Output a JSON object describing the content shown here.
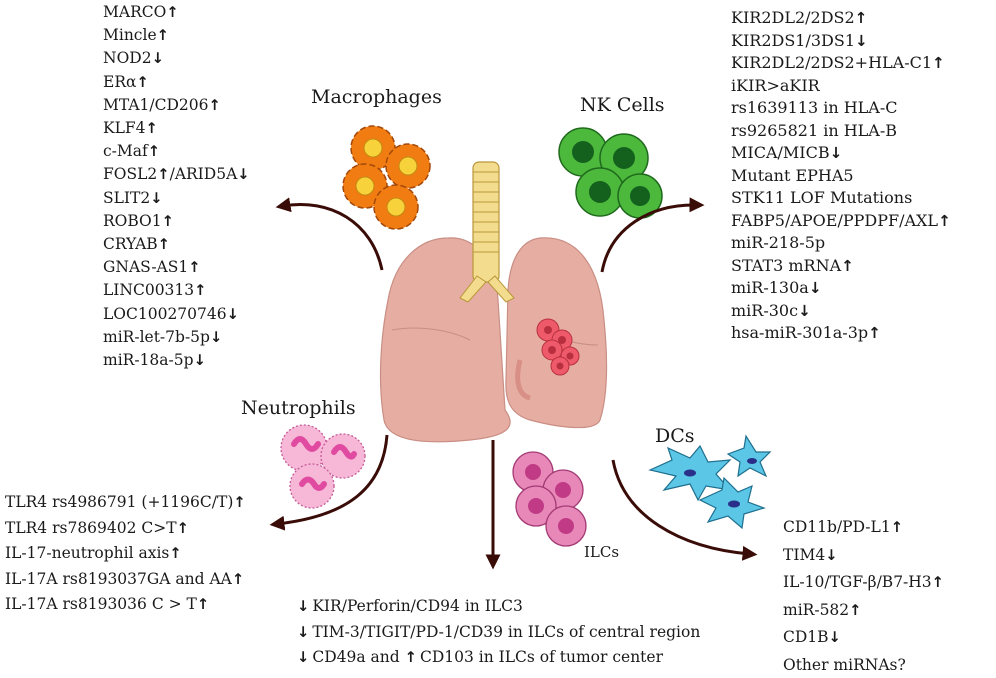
{
  "titles": {
    "macrophages": "Macrophages",
    "nk_cells": "NK Cells",
    "neutrophils": "Neutrophils",
    "dcs": "DCs",
    "ilcs": "ILCs"
  },
  "arrows": {
    "up": "↑",
    "down": "↓"
  },
  "macrophages_markers": [
    {
      "text": "MARCO",
      "trend": "up"
    },
    {
      "text": "Mincle",
      "trend": "up"
    },
    {
      "text": "NOD2",
      "trend": "down"
    },
    {
      "text": "ERα",
      "trend": "up"
    },
    {
      "text": "MTA1/CD206",
      "trend": "up"
    },
    {
      "text": "KLF4",
      "trend": "up"
    },
    {
      "text": "c-Maf",
      "trend": "up"
    },
    {
      "text": "FOSL2",
      "trend": "up",
      "text2": "/ARID5A",
      "trend2": "down"
    },
    {
      "text": "SLIT2",
      "trend": "down"
    },
    {
      "text": "ROBO1",
      "trend": "up"
    },
    {
      "text": "CRYAB",
      "trend": "up"
    },
    {
      "text": "GNAS-AS1",
      "trend": "up"
    },
    {
      "text": "LINC00313",
      "trend": "up"
    },
    {
      "text": "LOC100270746",
      "trend": "down"
    },
    {
      "text": "miR-let-7b-5p",
      "trend": "down"
    },
    {
      "text": "miR-18a-5p",
      "trend": "down"
    }
  ],
  "nk_markers": [
    {
      "text": "KIR2DL2/2DS2",
      "trend": "up"
    },
    {
      "text": "KIR2DS1/3DS1",
      "trend": "down"
    },
    {
      "text": "KIR2DL2/2DS2+HLA-C1",
      "trend": "up"
    },
    {
      "text": "iKIR>aKIR"
    },
    {
      "text": "rs1639113 in HLA-C"
    },
    {
      "text": "rs9265821 in HLA-B"
    },
    {
      "text": "MICA/MICB",
      "trend": "down"
    },
    {
      "text": "Mutant EPHA5"
    },
    {
      "text": "STK11 LOF Mutations"
    },
    {
      "text": "FABP5/APOE/PPDPF/AXL",
      "trend": "up"
    },
    {
      "text": "miR-218-5p"
    },
    {
      "text": "STAT3 mRNA",
      "trend": "up"
    },
    {
      "text": "miR-130a",
      "trend": "down"
    },
    {
      "text": "miR-30c",
      "trend": "down"
    },
    {
      "text": "hsa-miR-301a-3p",
      "trend": "up"
    }
  ],
  "neutrophils_markers": [
    {
      "text": "TLR4 rs4986791 (+1196C/T)",
      "trend": "up"
    },
    {
      "text": "TLR4 rs7869402 C>T",
      "trend": "up"
    },
    {
      "text": "IL-17-neutrophil axis",
      "trend": "up"
    },
    {
      "text": "IL-17A rs8193037GA and AA",
      "trend": "up"
    },
    {
      "text": "IL-17A rs8193036 C > T",
      "trend": "up"
    }
  ],
  "ilcs_markers": [
    {
      "lead": "down",
      "text": "KIR/Perforin/CD94 in ILC3"
    },
    {
      "lead": "down",
      "text": "TIM-3/TIGIT/PD-1/CD39 in ILCs of central region"
    },
    {
      "lead": "down",
      "text": "CD49a and",
      "mid": "up",
      "text2": "CD103 in ILCs of tumor center"
    }
  ],
  "dcs_markers": [
    {
      "text": "CD11b/PD-L1",
      "trend": "up"
    },
    {
      "text": "TIM4",
      "trend": "down"
    },
    {
      "text": "IL-10/TGF-β/B7-H3",
      "trend": "up"
    },
    {
      "text": "miR-582",
      "trend": "up"
    },
    {
      "text": "CD1B",
      "trend": "down"
    },
    {
      "text": "Other miRNAs?"
    }
  ],
  "colors": {
    "macrophage_cell": "#f07c12",
    "macrophage_nucleus": "#f7d23a",
    "nk_cell": "#4cb83c",
    "nk_nucleus": "#14611e",
    "neutrophil_cell": "#f7b8d8",
    "neutrophil_nucleus": "#e04aa0",
    "ilc_cell": "#e888b8",
    "ilc_nucleus": "#c03a86",
    "dc_cell": "#5cc6e6",
    "dc_nucleus": "#2a2f8a",
    "lung": "#e6ada2",
    "trachea": "#f3dc8e",
    "tumor": "#ee5a6a",
    "arrow": "#3a0c08"
  }
}
